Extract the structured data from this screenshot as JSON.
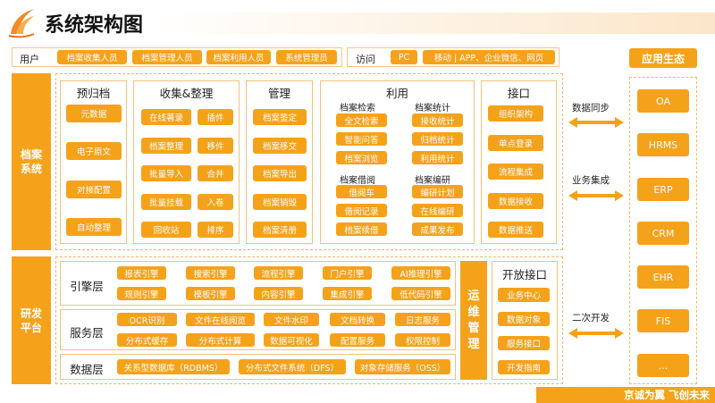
{
  "title": "系统架构图",
  "slogan": "京诚为翼 飞创未来",
  "user_row": {
    "label": "用户",
    "roles": [
      "档案收集人员",
      "档案管理人员",
      "档案利用人员",
      "系统管理员"
    ],
    "access_label": "访问",
    "access": [
      "PC",
      "移动 | APP、企业微信、网页"
    ]
  },
  "archive": {
    "label": "档案系统",
    "pre": {
      "title": "预归档",
      "items": [
        "元数据",
        "电子原文",
        "对接配置",
        "自动整理"
      ]
    },
    "collect": {
      "title": "收集&整理",
      "left": [
        "在线著录",
        "档案整理",
        "批量导入",
        "批量挂载",
        "回收站"
      ],
      "right": [
        "插件",
        "移件",
        "合并",
        "入卷",
        "排序"
      ]
    },
    "manage": {
      "title": "管理",
      "items": [
        "档案鉴定",
        "档案移交",
        "档案导出",
        "档案销毁",
        "档案清册"
      ]
    },
    "use": {
      "title": "利用",
      "search": {
        "title": "档案检索",
        "items": [
          "全文检索",
          "智能问答",
          "档案浏览"
        ]
      },
      "stat": {
        "title": "档案统计",
        "items": [
          "接收统计",
          "归档统计",
          "利用统计"
        ]
      },
      "borrow": {
        "title": "档案借阅",
        "items": [
          "借阅车",
          "借阅记录",
          "档案续借"
        ]
      },
      "edit": {
        "title": "档案编研",
        "items": [
          "编研计划",
          "在线编研",
          "成果发布"
        ]
      }
    },
    "iface": {
      "title": "接口",
      "items": [
        "组织架构",
        "单点登录",
        "流程集成",
        "数据接收",
        "数据推送"
      ]
    }
  },
  "platform": {
    "label": "研发平台",
    "engine": {
      "title": "引擎层",
      "row1": [
        "报表引擎",
        "搜索引擎",
        "流程引擎",
        "门户引擎",
        "AI推理引擎"
      ],
      "row2": [
        "规则引擎",
        "模板引擎",
        "内容引擎",
        "集成引擎",
        "低代码引擎"
      ]
    },
    "service": {
      "title": "服务层",
      "row1": [
        "OCR识别",
        "文件在线阅览",
        "文件水印",
        "文档转换",
        "日志服务"
      ],
      "row2": [
        "分布式缓存",
        "分布式计算",
        "数据可视化",
        "配置服务",
        "权限控制"
      ]
    },
    "data": {
      "title": "数据层",
      "items": [
        "关系型数据库（RDBMS）",
        "分布式文件系统（DFS）",
        "对象存储服务（OSS）"
      ]
    },
    "ops": "运维管理",
    "open": {
      "title": "开放接口",
      "items": [
        "业务中心",
        "数据对象",
        "服务接口",
        "开发指南"
      ]
    }
  },
  "arrows": [
    "数据同步",
    "业务集成",
    "二次开发"
  ],
  "eco": {
    "title": "应用生态",
    "items": [
      "OA",
      "HRMS",
      "ERP",
      "CRM",
      "EHR",
      "FIS",
      "..."
    ]
  }
}
